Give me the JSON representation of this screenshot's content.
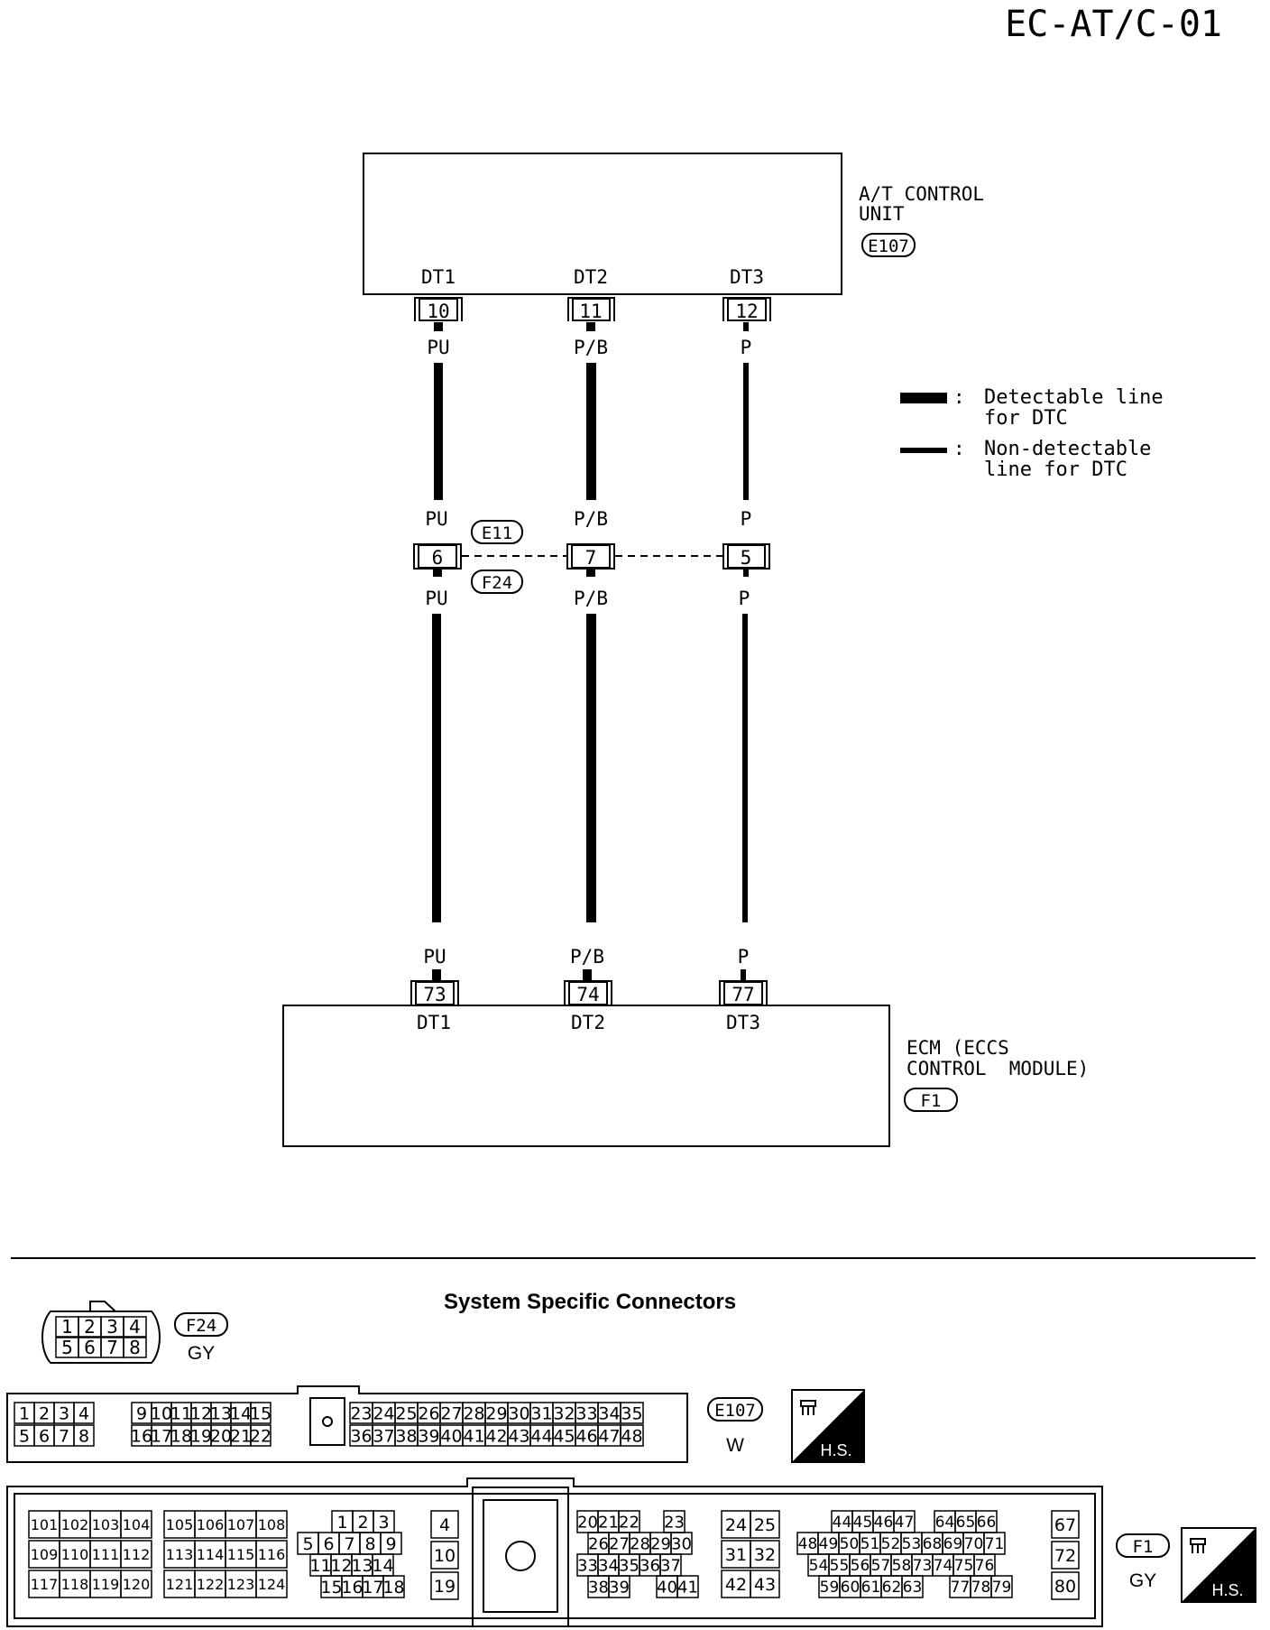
{
  "page_code": "EC-AT/C-01",
  "top_unit": {
    "name_line1": "A/T CONTROL",
    "name_line2": "UNIT",
    "connector_id": "E107",
    "terminals": [
      {
        "label": "DT1",
        "pin": "10"
      },
      {
        "label": "DT2",
        "pin": "11"
      },
      {
        "label": "DT3",
        "pin": "12"
      }
    ]
  },
  "bottom_unit": {
    "name_line1": "ECM (ECCS",
    "name_line2": "CONTROL  MODULE)",
    "connector_id": "F1",
    "terminals": [
      {
        "label": "DT1",
        "pin": "73"
      },
      {
        "label": "DT2",
        "pin": "74"
      },
      {
        "label": "DT3",
        "pin": "77"
      }
    ]
  },
  "wires": [
    {
      "color_upper": "PU",
      "color_mid_top": "PU",
      "color_mid_bottom": "PU",
      "color_lower": "PU",
      "detectable": true
    },
    {
      "color_upper": "P/B",
      "color_mid_top": "P/B",
      "color_mid_bottom": "P/B",
      "color_lower": "P/B",
      "detectable": true
    },
    {
      "color_upper": "P",
      "color_mid_top": "P",
      "color_mid_bottom": "P",
      "color_lower": "P",
      "detectable": false
    }
  ],
  "junction": {
    "upper_id": "E11",
    "lower_id": "F24",
    "pins": [
      "6",
      "7",
      "5"
    ]
  },
  "legend": {
    "detectable_line1": "Detectable line",
    "detectable_line2": "for DTC",
    "nondetectable_line1": "Non-detectable",
    "nondetectable_line2": "line for DTC",
    "separator": ":"
  },
  "connectors_section": {
    "title": "System Specific Connectors",
    "f24": {
      "id": "F24",
      "color": "GY",
      "top_row": [
        "1",
        "2",
        "3",
        "4"
      ],
      "bottom_row": [
        "5",
        "6",
        "7",
        "8"
      ]
    },
    "e107": {
      "id": "E107",
      "color": "W",
      "hs": "H.S.",
      "top_groups": [
        [
          "1",
          "2",
          "3",
          "4"
        ],
        [
          "9",
          "10",
          "11",
          "12",
          "13",
          "14",
          "15"
        ],
        [
          "23",
          "24",
          "25",
          "26",
          "27",
          "28",
          "29",
          "30",
          "31",
          "32",
          "33",
          "34",
          "35"
        ]
      ],
      "bottom_groups": [
        [
          "5",
          "6",
          "7",
          "8"
        ],
        [
          "16",
          "17",
          "18",
          "19",
          "20",
          "21",
          "22"
        ],
        [
          "36",
          "37",
          "38",
          "39",
          "40",
          "41",
          "42",
          "43",
          "44",
          "45",
          "46",
          "47",
          "48"
        ]
      ]
    },
    "f1": {
      "id": "F1",
      "color": "GY",
      "hs": "H.S.",
      "block_a": [
        [
          "101",
          "102",
          "103",
          "104"
        ],
        [
          "109",
          "110",
          "111",
          "112"
        ],
        [
          "117",
          "118",
          "119",
          "120"
        ]
      ],
      "block_b": [
        [
          "105",
          "106",
          "107",
          "108"
        ],
        [
          "113",
          "114",
          "115",
          "116"
        ],
        [
          "121",
          "122",
          "123",
          "124"
        ]
      ],
      "block_c": [
        [
          "1",
          "2",
          "3"
        ],
        [
          "5",
          "6",
          "7",
          "8",
          "9"
        ],
        [
          "11",
          "12",
          "13",
          "14"
        ],
        [
          "15",
          "16",
          "17",
          "18"
        ]
      ],
      "block_d": [
        "4",
        "10",
        "19"
      ],
      "block_e": [
        [
          "20",
          "21",
          "22",
          "23"
        ],
        [
          "26",
          "27",
          "28",
          "29",
          "30"
        ],
        [
          "33",
          "34",
          "35",
          "36",
          "37"
        ],
        [
          "38",
          "39",
          "40",
          "41"
        ]
      ],
      "block_f": [
        [
          "24",
          "25"
        ],
        [
          "31",
          "32"
        ],
        [
          "42",
          "43"
        ]
      ],
      "block_g": [
        [
          "44",
          "45",
          "46",
          "47",
          "64",
          "65",
          "66"
        ],
        [
          "48",
          "49",
          "50",
          "51",
          "52",
          "53",
          "68",
          "69",
          "70",
          "71"
        ],
        [
          "54",
          "55",
          "56",
          "57",
          "58",
          "73",
          "74",
          "75",
          "76"
        ],
        [
          "59",
          "60",
          "61",
          "62",
          "63",
          "77",
          "78",
          "79"
        ]
      ],
      "block_h": [
        "67",
        "72",
        "80"
      ]
    }
  }
}
